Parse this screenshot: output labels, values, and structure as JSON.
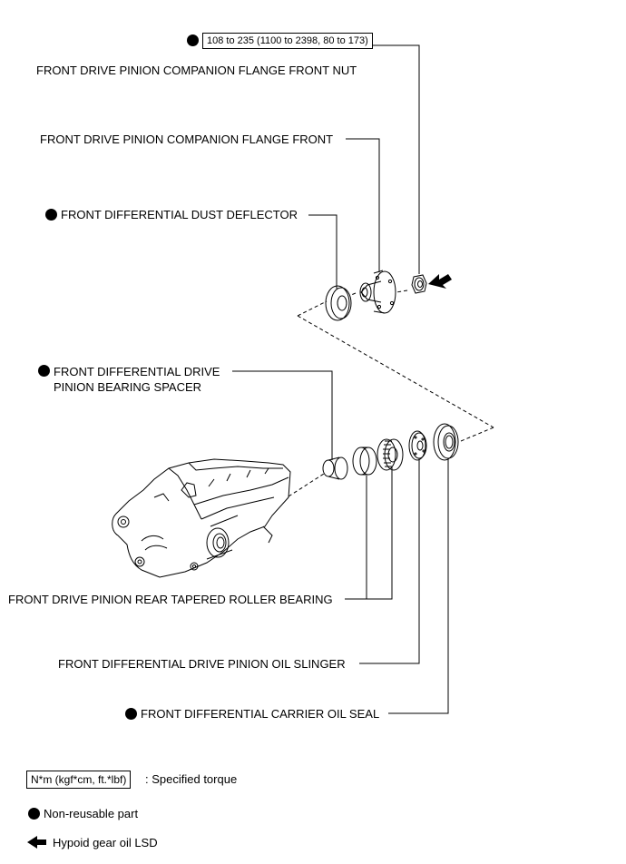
{
  "torque_spec": "108 to 235 (1100 to 2398, 80 to 173)",
  "parts": {
    "flange_front_nut": "FRONT DRIVE PINION COMPANION FLANGE FRONT NUT",
    "flange_front": "FRONT DRIVE PINION COMPANION FLANGE FRONT",
    "dust_deflector": "FRONT DIFFERENTIAL DUST DEFLECTOR",
    "bearing_spacer_line1": "FRONT DIFFERENTIAL DRIVE",
    "bearing_spacer_line2": "PINION BEARING SPACER",
    "rear_tapered_roller_bearing": "FRONT DRIVE PINION REAR TAPERED ROLLER BEARING",
    "oil_slinger": "FRONT DIFFERENTIAL DRIVE PINION OIL SLINGER",
    "carrier_oil_seal": "FRONT DIFFERENTIAL CARRIER OIL SEAL"
  },
  "legend": {
    "torque_box": "N*m (kgf*cm, ft.*lbf)",
    "torque_desc": ": Specified torque",
    "non_reusable": "Non-reusable part",
    "gear_oil": "Hypoid gear oil LSD"
  },
  "colors": {
    "ink": "#000000",
    "paper": "#ffffff"
  },
  "icons": [
    "non-reusable-dot-icon",
    "oil-arrow-icon"
  ]
}
